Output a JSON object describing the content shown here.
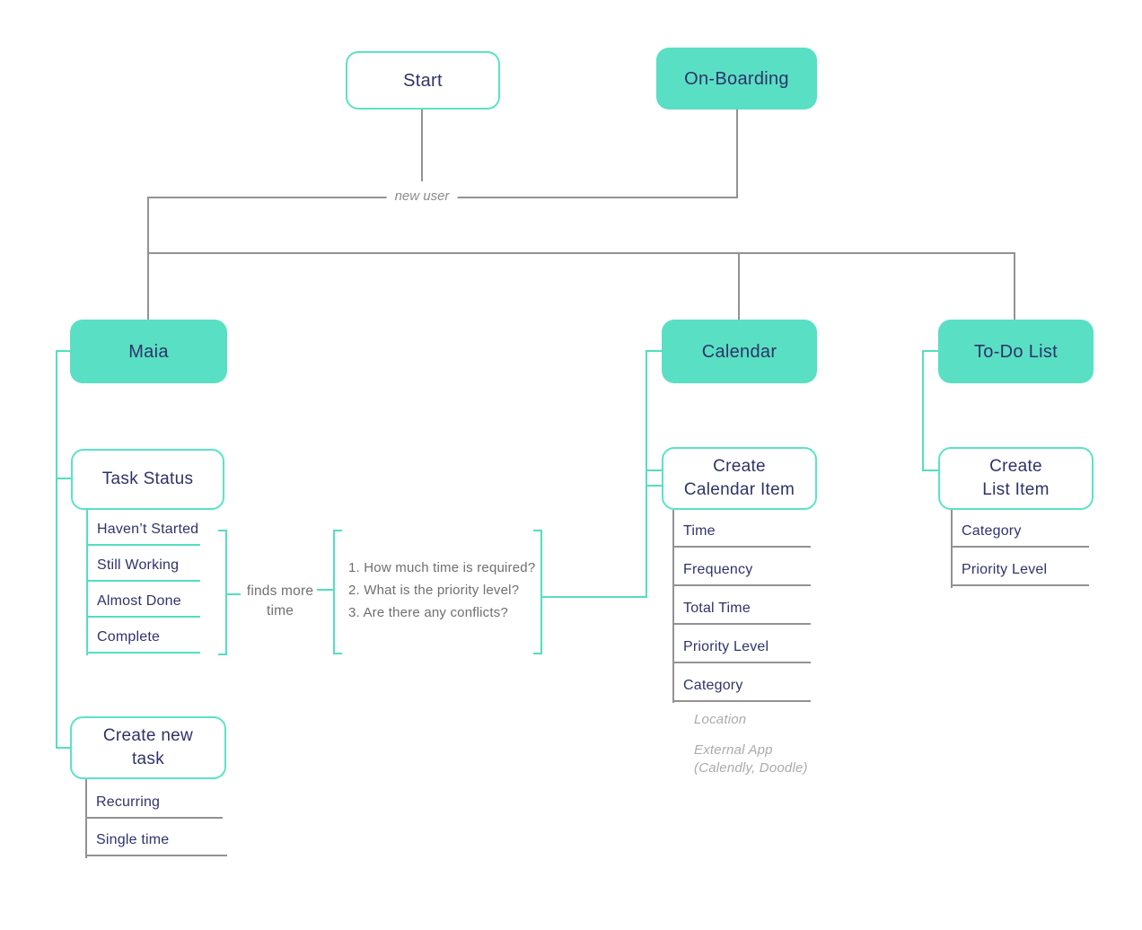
{
  "colors": {
    "node_fill_teal": "#59dfc4",
    "node_border_teal": "#5ce2c6",
    "connector_teal": "#53dfc0",
    "connector_gray": "#929292",
    "text_navy": "#2f3366",
    "text_gray": "#6f6f6f",
    "text_muted_italic": "#ababab",
    "background": "#ffffff"
  },
  "nodes": {
    "start": {
      "label": "Start",
      "variant": "outline"
    },
    "onboarding": {
      "label": "On-Boarding",
      "variant": "filled"
    },
    "maia": {
      "label": "Maia",
      "variant": "filled"
    },
    "calendar": {
      "label": "Calendar",
      "variant": "filled"
    },
    "todo_list": {
      "label": "To-Do List",
      "variant": "filled"
    },
    "task_status": {
      "label": "Task Status",
      "variant": "outline"
    },
    "create_calendar_item": {
      "label": "Create\nCalendar Item",
      "variant": "outline"
    },
    "create_list_item": {
      "label": "Create\nList Item",
      "variant": "outline"
    },
    "create_new_task": {
      "label": "Create new\ntask",
      "variant": "outline"
    }
  },
  "edge_labels": {
    "new_user": "new user",
    "finds_more_time": "finds more\ntime"
  },
  "questions": {
    "text": "1. How much time is required?\n2. What is the priority level?\n3. Are there any conflicts?"
  },
  "lists": {
    "task_status": {
      "items": [
        "Haven’t Started",
        "Still Working",
        "Almost Done",
        "Complete"
      ]
    },
    "create_calendar_item": {
      "items": [
        "Time",
        "Frequency",
        "Total Time",
        "Priority Level",
        "Category"
      ],
      "notes": [
        "Location",
        "External App\n(Calendly, Doodle)"
      ]
    },
    "create_list_item": {
      "items": [
        "Category",
        "Priority Level"
      ]
    },
    "create_new_task": {
      "items": [
        "Recurring",
        "Single time"
      ]
    }
  }
}
